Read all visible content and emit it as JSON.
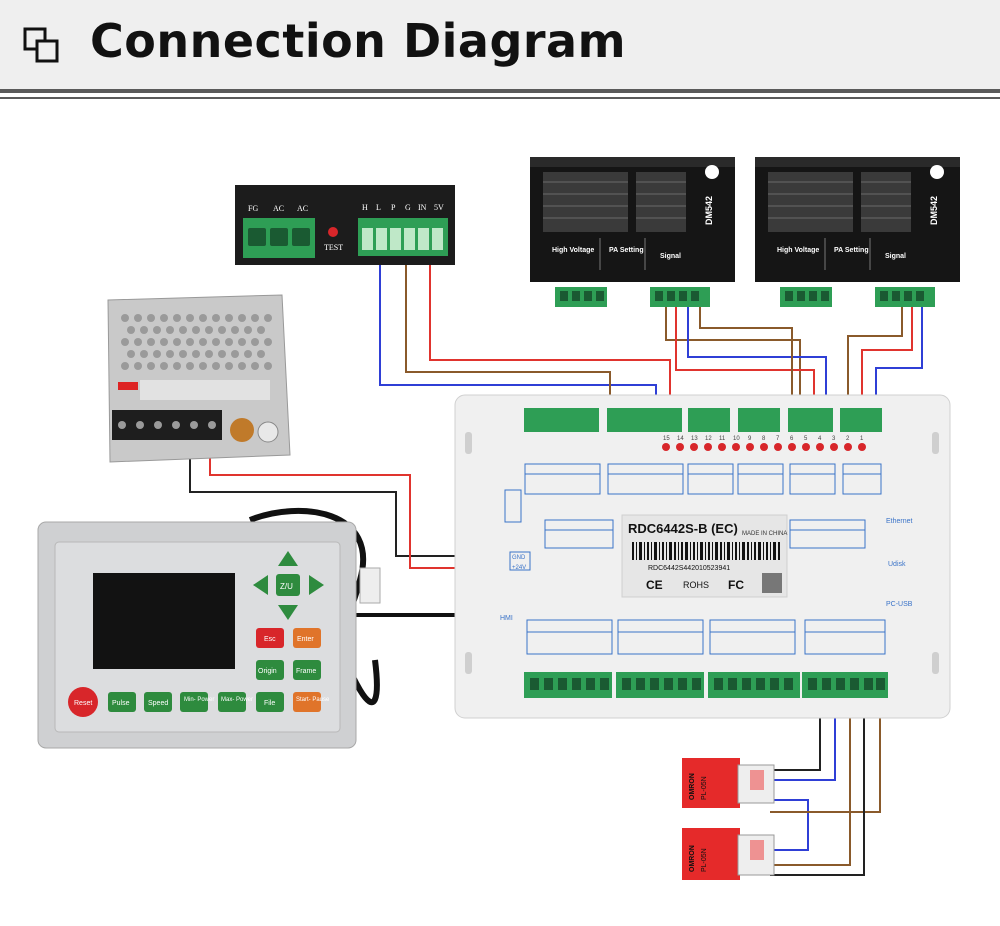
{
  "header": {
    "title": "Connection Diagram"
  },
  "psu_terminals": {
    "labels": [
      "FG",
      "AC",
      "AC",
      "H",
      "L",
      "P",
      "G",
      "IN",
      "5V"
    ],
    "test_label": "TEST"
  },
  "driver": {
    "brand": "DM542",
    "sections": [
      "High Voltage",
      "PA Setting",
      "Signal"
    ]
  },
  "controller": {
    "model": "RDC6442S-B (EC)",
    "made_in": "MADE IN CHINA",
    "serial": "RDC6442S442010523941",
    "rohs": "ROHS",
    "ce": "CE",
    "fc": "FC",
    "ports": [
      "Ethernet",
      "Udisk",
      "PC-USB"
    ],
    "pin_numbers": [
      "15",
      "14",
      "13",
      "12",
      "11",
      "10",
      "9",
      "8",
      "7",
      "6",
      "5",
      "4",
      "3",
      "2",
      "1"
    ],
    "hmi_label": "HMI",
    "power_labels": [
      "GND",
      "+24V"
    ]
  },
  "panel": {
    "buttons": {
      "reset": "Reset",
      "pulse": "Pulse",
      "speed": "Speed",
      "min_power": "Min-\nPower",
      "max_power": "Max-\nPower",
      "file": "File",
      "start": "Start-\nPause",
      "esc": "Esc",
      "enter": "Enter",
      "origin": "Origin",
      "frame": "Frame",
      "zu": "Z/U"
    }
  },
  "sensors": {
    "brand": "OMRON",
    "model": "PL-05N"
  },
  "colors": {
    "red_wire": "#e0342e",
    "blue_wire": "#2f3fd6",
    "brown_wire": "#8a5a2b",
    "black_wire": "#222222",
    "terminal_green": "#2e9e55"
  }
}
